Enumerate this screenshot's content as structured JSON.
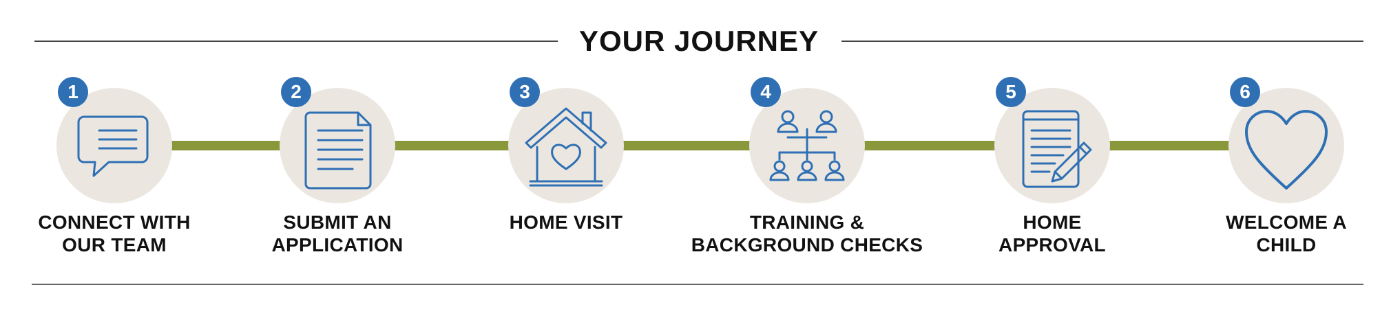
{
  "title": "YOUR JOURNEY",
  "colors": {
    "accent_blue": "#2f6fb4",
    "connector_green": "#8a973b",
    "circle_bg": "#ebe7e0",
    "text": "#111111"
  },
  "steps": [
    {
      "number": "1",
      "icon": "speech-bubble-icon",
      "label_lines": [
        "CONNECT WITH",
        "OUR TEAM"
      ]
    },
    {
      "number": "2",
      "icon": "document-icon",
      "label_lines": [
        "SUBMIT AN",
        "APPLICATION"
      ]
    },
    {
      "number": "3",
      "icon": "house-heart-icon",
      "label_lines": [
        "HOME VISIT"
      ]
    },
    {
      "number": "4",
      "icon": "org-chart-people-icon",
      "label_lines": [
        "TRAINING &",
        "BACKGROUND CHECKS"
      ]
    },
    {
      "number": "5",
      "icon": "clipboard-pencil-icon",
      "label_lines": [
        "HOME",
        "APPROVAL"
      ]
    },
    {
      "number": "6",
      "icon": "heart-icon",
      "label_lines": [
        "WELCOME A",
        "CHILD"
      ]
    }
  ]
}
